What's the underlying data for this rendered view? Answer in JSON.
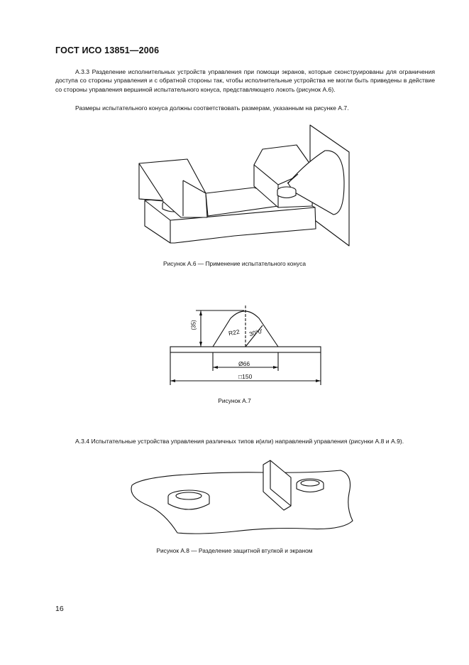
{
  "header": {
    "title": "ГОСТ  ИСО 13851—2006"
  },
  "sections": {
    "a33": {
      "p1": "А.3.3  Разделение исполнительных устройств управления при помощи экранов, которые сконструированы для ограничения доступа со стороны управления и с обратной стороны так, чтобы исполнительные устройства не могли быть приведены в действие со стороны управления вершиной испытательного конуса, представляющего локоть (рисунок А.6).",
      "p2": "Размеры испытательного конуса должны соответствовать размерам, указанным на рисунке А.7."
    },
    "a34": {
      "p1": "А.3.4  Испытательные устройства управления различных типов и(или) направлений управления (рисунки А.8 и А.9)."
    }
  },
  "figures": {
    "a6": {
      "caption": "Рисунок А.6 — Применение испытательного конуса"
    },
    "a7": {
      "caption": "Рисунок А.7",
      "dims": {
        "height": "(35)",
        "radius": "R22",
        "angle": "30°0′",
        "diameter": "Ø66",
        "square": "□150"
      }
    },
    "a8": {
      "caption": "Рисунок А.8 — Разделение защитной втулкой и экраном"
    }
  },
  "footer": {
    "page_number": "16"
  }
}
